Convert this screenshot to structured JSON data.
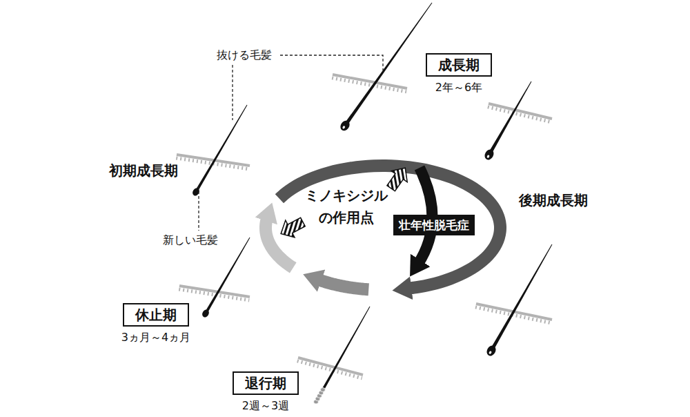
{
  "diagram": {
    "nodes": [
      {
        "text": [
          "成長期",
          "2年～6年"
        ]
      },
      {
        "text": [
          "壮年性脱毛症"
        ]
      },
      {
        "text": [
          "休止期",
          "3ヵ月～4ヵ月"
        ]
      },
      {
        "text": [
          "退行期",
          "2週～3週"
        ]
      }
    ],
    "labels": [
      "抜ける毛髪",
      "初期成長期",
      "後期成長期",
      "ミノキシジル の作用点",
      "新しい毛髪"
    ]
  }
}
